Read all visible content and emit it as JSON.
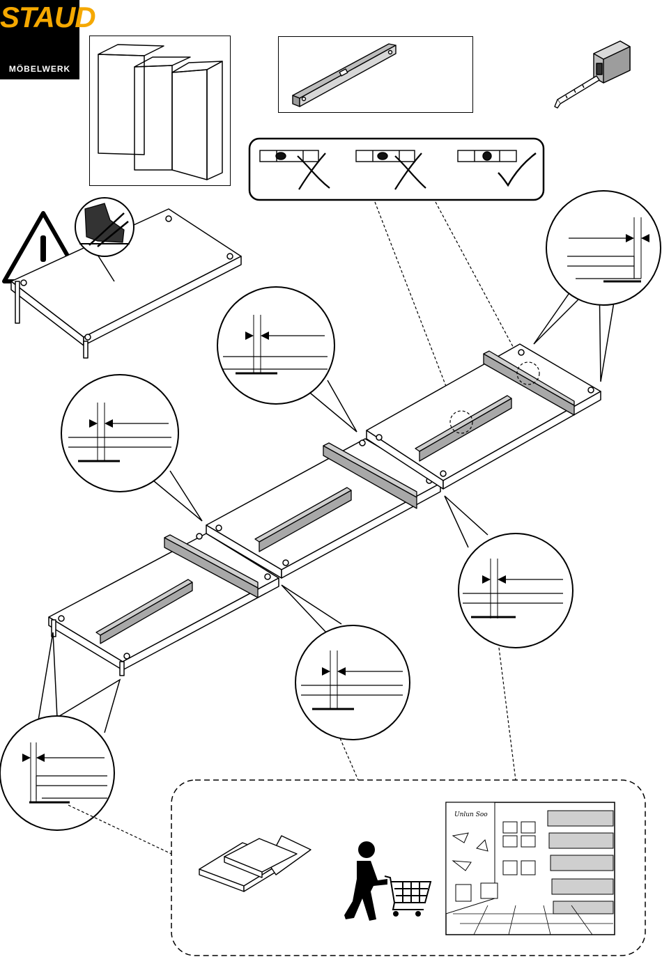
{
  "logo": {
    "brand": "STAUD",
    "subtitle": "MÖBELWERK",
    "brand_color": "#f5a800",
    "background_color": "#000000"
  },
  "icons": {
    "wardrobe": "three-door-wardrobe-icon",
    "spirit_level": "spirit-level-icon",
    "tape_measure": "tape-measure-icon",
    "warning": "warning-triangle-icon",
    "no_step": "no-foot-on-panel-icon",
    "shims": "levelling-shims-icon",
    "shopper": "person-with-shopping-cart-icon",
    "store": "hardware-store-icon"
  },
  "bubble_check": {
    "states": [
      "left-off-center-wrong",
      "right-off-center-wrong",
      "centered-correct"
    ]
  },
  "store": {
    "sign_text": "Unlun Soo"
  }
}
